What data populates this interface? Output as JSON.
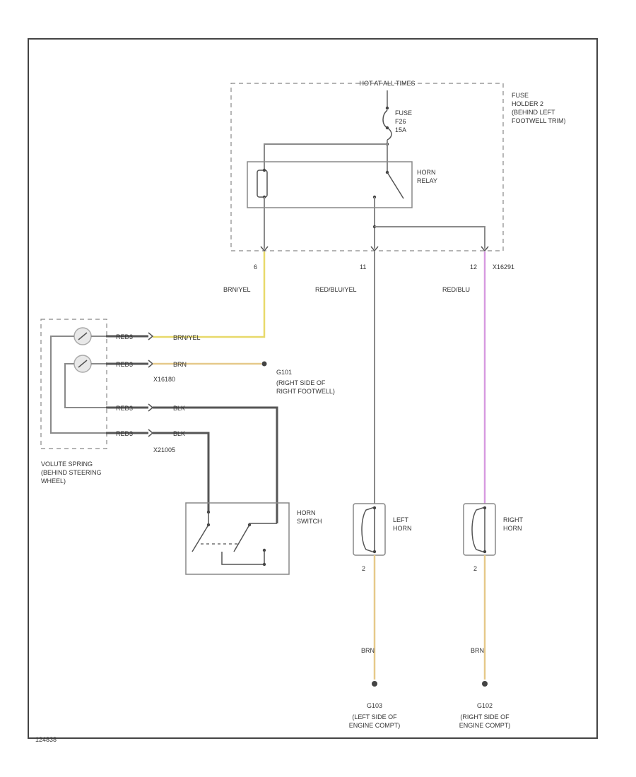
{
  "fuse_holder": {
    "hot_label": "HOT AT ALL TIMES",
    "name_lines": [
      "FUSE",
      "HOLDER 2",
      "(BEHIND LEFT",
      "FOOTWELL TRIM)"
    ],
    "fuse_lines": [
      "FUSE",
      "F26",
      "15A"
    ]
  },
  "horn_relay": {
    "label_lines": [
      "HORN",
      "RELAY"
    ]
  },
  "terminals": {
    "t1": "6",
    "t2": "11",
    "t3": "12",
    "t3_connector": "X16291"
  },
  "wires": {
    "brn_yel_vertical": "BRN/YEL",
    "red_blu_yel": "RED/BLU/YEL",
    "red_blu": "RED/BLU",
    "brn_yel_horizontal": "BRN/YEL",
    "brn_to_ground": "BRN",
    "blk_1": "BLK",
    "blk_2": "BLK",
    "left_horn_ground": "BRN",
    "right_horn_ground": "BRN",
    "pin_tag": "RED3"
  },
  "connectors": {
    "upper": "X16180",
    "lower": "X21005"
  },
  "grounds": {
    "footwell_id": "G101",
    "footwell_lines": [
      "(RIGHT SIDE OF",
      "RIGHT FOOTWELL)"
    ],
    "left_id": "G103",
    "left_lines": [
      "(LEFT SIDE OF",
      "ENGINE COMPT)"
    ],
    "right_id": "G102",
    "right_lines": [
      "(RIGHT SIDE OF",
      "ENGINE COMPT)"
    ]
  },
  "volute_spring": {
    "label_lines": [
      "VOLUTE SPRING",
      "(BEHIND STEERING",
      "WHEEL)"
    ]
  },
  "horn_switch": {
    "label_lines": [
      "HORN",
      "SWITCH"
    ]
  },
  "left_horn": {
    "label_lines": [
      "LEFT",
      "HORN"
    ],
    "pin": "2"
  },
  "right_horn": {
    "label_lines": [
      "RIGHT",
      "HORN"
    ],
    "pin": "2"
  },
  "figure_id": "124838",
  "colors": {
    "yellow_wire": "#e8d96a",
    "orange_wire": "#e6c98a",
    "violet_wire": "#d79be0",
    "gray_wire": "#8a8a8a",
    "dark_wire": "#555555"
  }
}
